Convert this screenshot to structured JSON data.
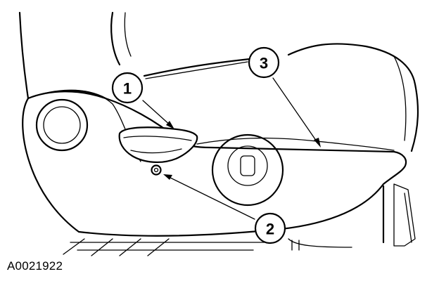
{
  "figure_id": "A0021922",
  "callouts": [
    {
      "label": "1",
      "target": "recliner-handle"
    },
    {
      "label": "2",
      "target": "retaining-screw"
    },
    {
      "label": "3",
      "target": "seat-side-shield"
    }
  ]
}
